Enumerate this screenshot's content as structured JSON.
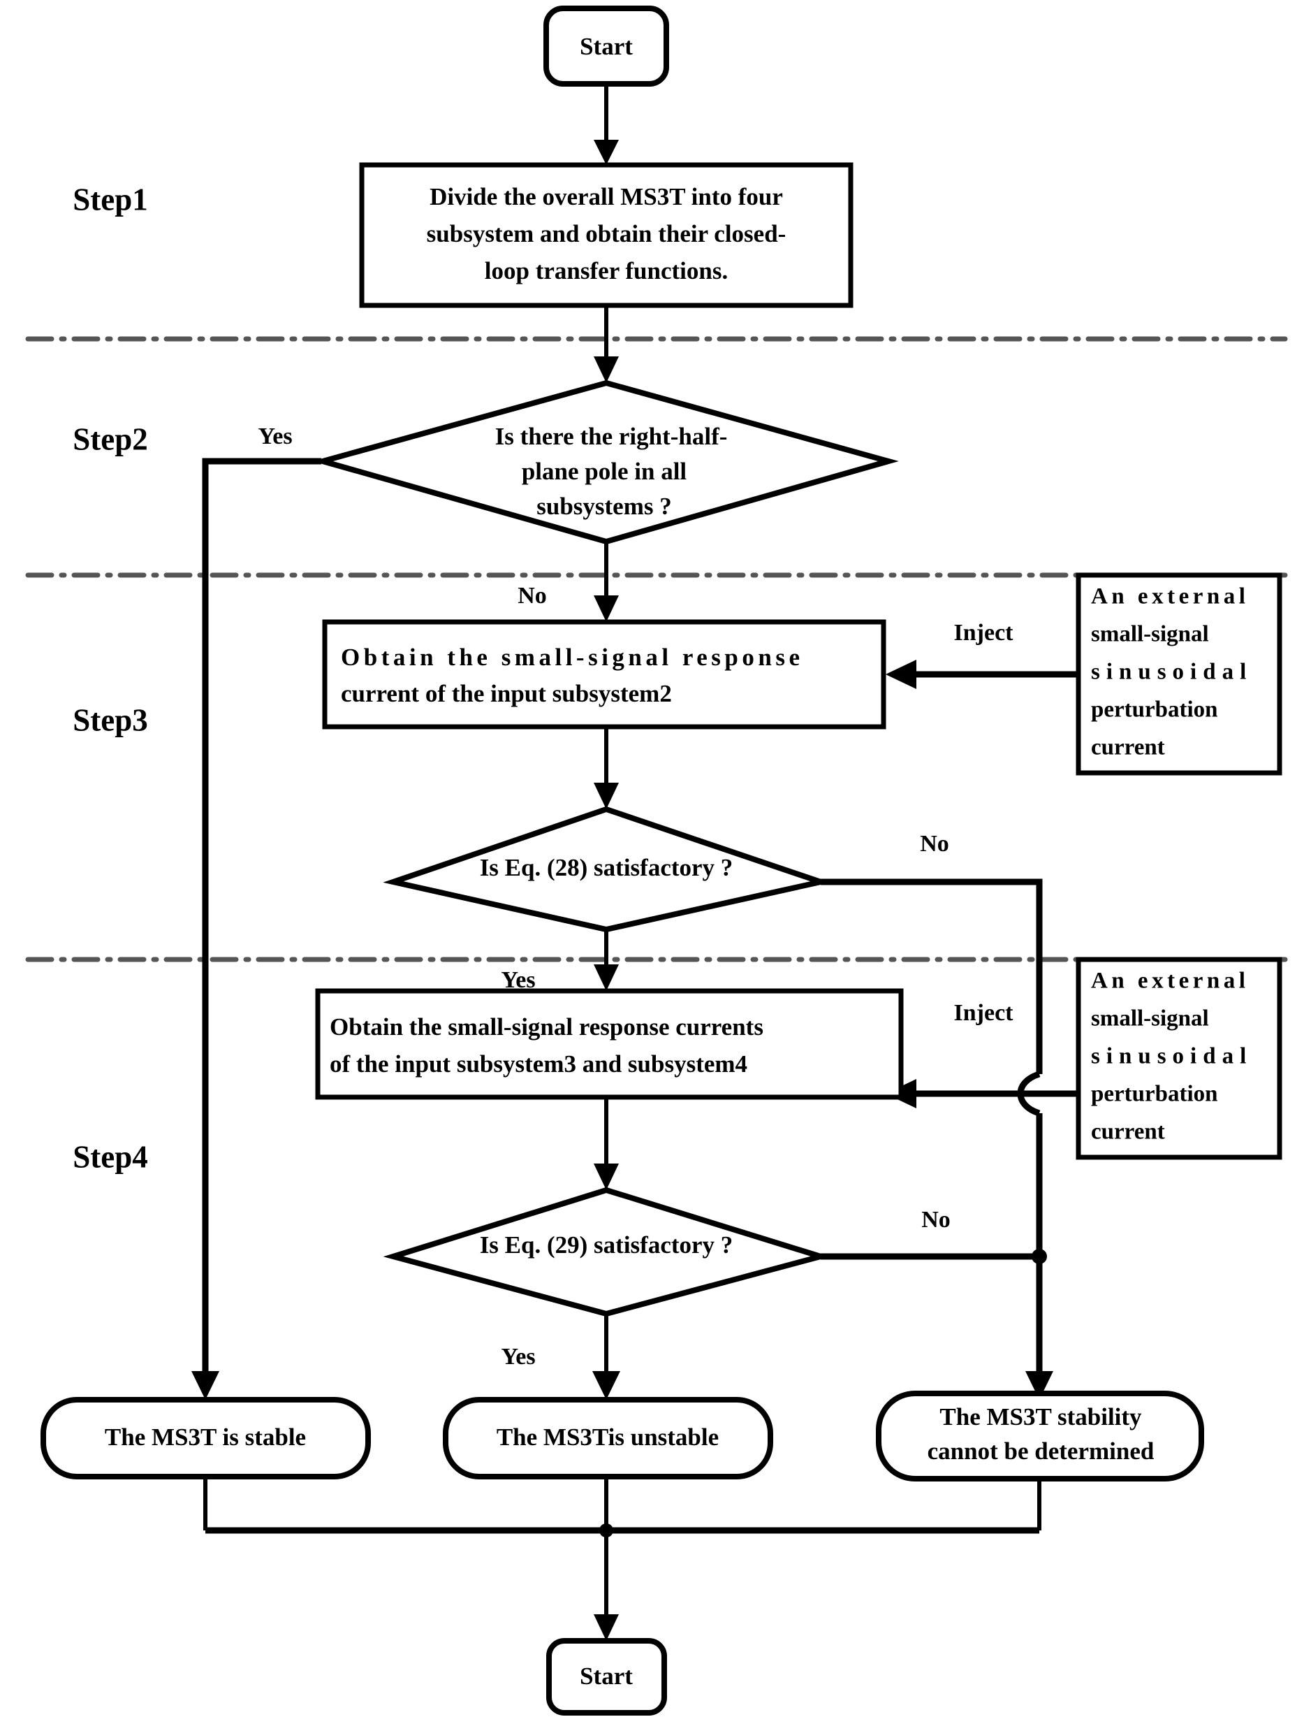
{
  "diagram": {
    "title": "MS3T stability assessment flowchart",
    "colors": {
      "stroke": "#000000",
      "fill": "#ffffff",
      "divider": "#555555"
    },
    "step_labels": [
      {
        "id": "step1",
        "text": "Step1"
      },
      {
        "id": "step2",
        "text": "Step2"
      },
      {
        "id": "step3",
        "text": "Step3"
      },
      {
        "id": "step4",
        "text": "Step4"
      }
    ],
    "nodes": {
      "start_top": {
        "type": "terminator",
        "text": "Start"
      },
      "divide": {
        "type": "process",
        "lines": [
          "Divide the overall MS3T into four",
          "subsystem and obtain their closed-",
          "loop transfer functions."
        ]
      },
      "rhp_pole": {
        "type": "decision",
        "lines": [
          "Is there the right-half-",
          "plane pole in all",
          "subsystems ?"
        ]
      },
      "obtain_sub2": {
        "type": "process",
        "lines": [
          "Obtain the small-signal response",
          "current of the input subsystem2"
        ]
      },
      "eq28": {
        "type": "decision",
        "lines": [
          "Is Eq. (28) satisfactory ?"
        ]
      },
      "obtain_sub34": {
        "type": "process",
        "lines": [
          "Obtain the small-signal response currents",
          "of the input subsystem3 and subsystem4"
        ]
      },
      "eq29": {
        "type": "decision",
        "lines": [
          "Is Eq. (29) satisfactory ?"
        ]
      },
      "stable": {
        "type": "terminator",
        "lines": [
          "The MS3T is stable"
        ]
      },
      "unstable": {
        "type": "terminator",
        "lines": [
          "The MS3Tis unstable"
        ]
      },
      "undetermined": {
        "type": "terminator",
        "lines": [
          "The MS3T stability",
          "cannot be determined"
        ]
      },
      "start_bottom": {
        "type": "terminator",
        "text": "Start"
      },
      "external_top": {
        "type": "note",
        "lines": [
          "An external",
          "small-signal",
          "sinusoidal",
          "perturbation",
          "current"
        ]
      },
      "external_bottom": {
        "type": "note",
        "lines": [
          "An external",
          "small-signal",
          "sinusoidal",
          "perturbation",
          "current"
        ]
      }
    },
    "edge_labels": {
      "step2_yes": "Yes",
      "step2_no": "No",
      "inject_top": "Inject",
      "eq28_no": "No",
      "eq28_yes": "Yes",
      "inject_bottom": "Inject",
      "eq29_no": "No",
      "eq29_yes": "Yes"
    }
  }
}
